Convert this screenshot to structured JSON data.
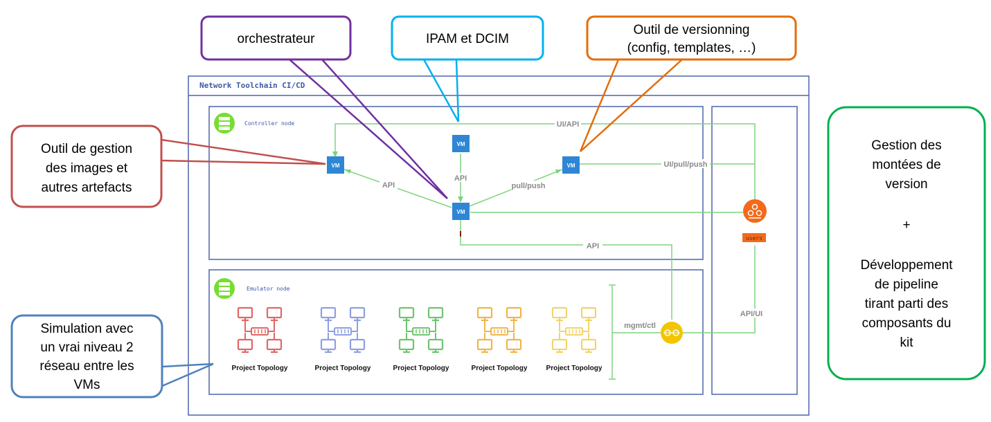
{
  "toolchain": {
    "title": "Network Toolchain CI/CD"
  },
  "controller": {
    "label": "Controller node"
  },
  "emulator": {
    "label": "Emulator node"
  },
  "users": {
    "label": "users"
  },
  "vms": {
    "label": "VM"
  },
  "edges": {
    "ui_api": "UI/API",
    "ui_pull_push": "UI/pull/push",
    "api_left": "API",
    "api_center": "API",
    "pull_push": "pull/push",
    "api_bottom": "API",
    "mgmt_ctl": "mgmt/ctl",
    "api_ui": "API/UI"
  },
  "topologies": [
    {
      "label": "Project Topology",
      "color": "#e06666"
    },
    {
      "label": "Project Topology",
      "color": "#8e9fe0"
    },
    {
      "label": "Project Topology",
      "color": "#6fc46f"
    },
    {
      "label": "Project Topology",
      "color": "#f0b54a"
    },
    {
      "label": "Project Topology",
      "color": "#f2d46a"
    }
  ],
  "callouts": {
    "orchestrateur": {
      "line1": "orchestrateur",
      "color": "#7030a0"
    },
    "ipam": {
      "line1": "IPAM et DCIM",
      "color": "#00b0f0"
    },
    "versionning": {
      "line1": "Outil de versionning",
      "line2": "(config, templates, …)",
      "color": "#e46c0a"
    },
    "images": {
      "line1": "Outil de gestion",
      "line2": "des images et",
      "line3": "autres artefacts",
      "color": "#c0504d"
    },
    "simulation": {
      "line1": "Simulation avec",
      "line2": "un vrai niveau 2",
      "line3": "réseau entre les",
      "line4": "VMs",
      "color": "#4f81bd"
    },
    "gestion": {
      "line1": "Gestion des",
      "line2": "montées de",
      "line3": "version",
      "line4": "+",
      "line5": "Développement",
      "line6": "de pipeline",
      "line7": "tirant parti des",
      "line8": "composants du",
      "line9": "kit",
      "color": "#00b050"
    }
  },
  "colors": {
    "frame": "#4a64ad",
    "edge": "#7ed37e",
    "vm": "#2e86d4",
    "node_icon": "#77dd33",
    "users": "#f26a1b",
    "mgmt": "#f2c500"
  }
}
